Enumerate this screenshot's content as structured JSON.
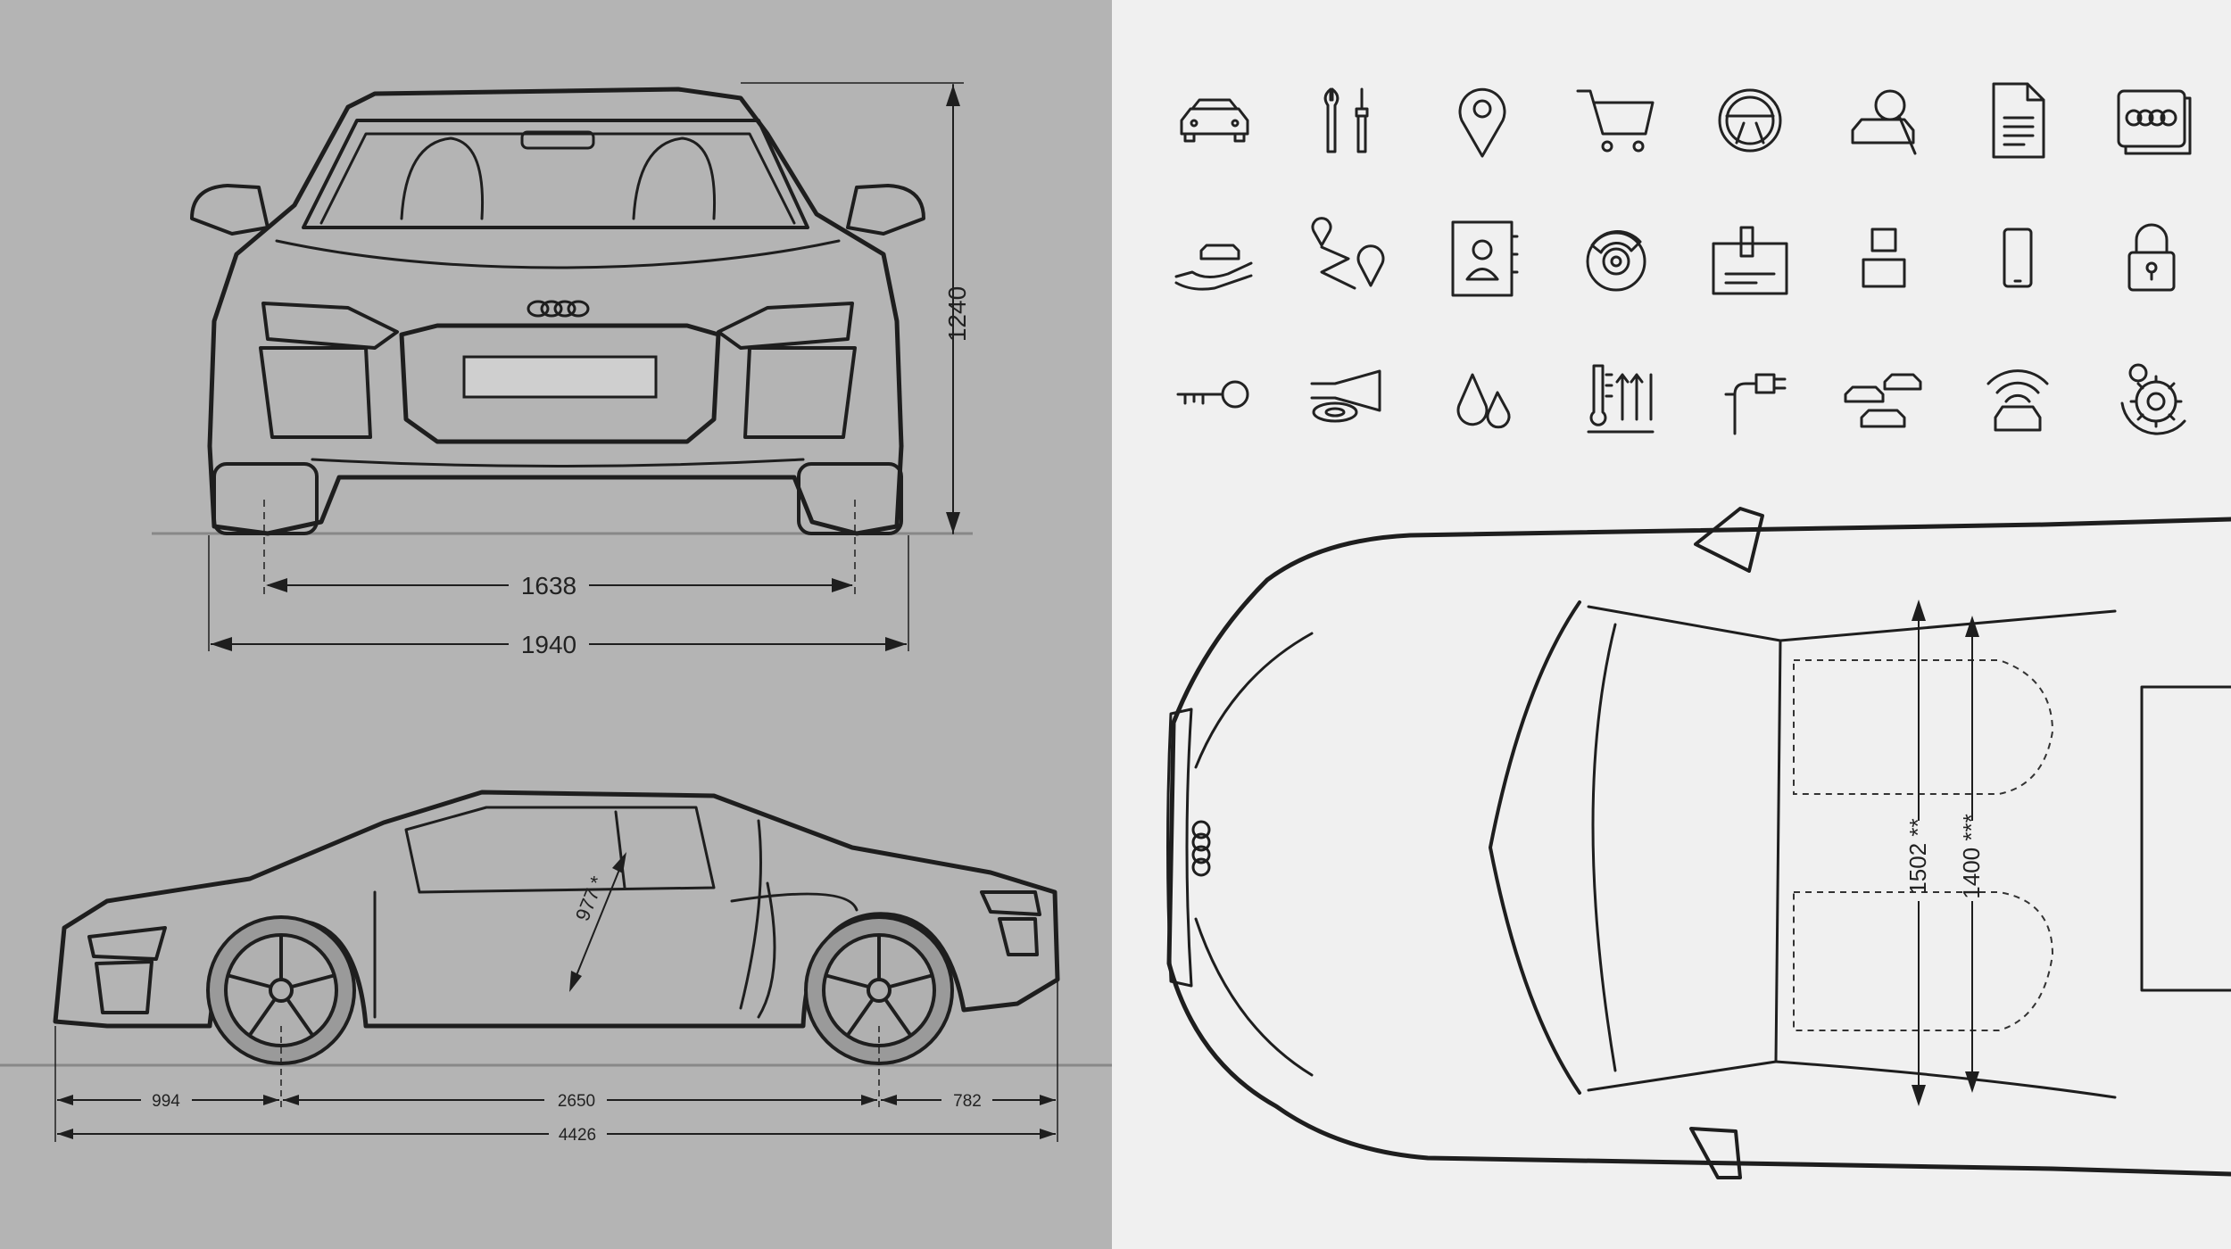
{
  "front_view": {
    "height": "1240",
    "track_width": "1638",
    "overall_width": "1940"
  },
  "side_view": {
    "front_overhang": "994",
    "wheelbase": "2650",
    "rear_overhang": "782",
    "overall_length": "4426",
    "headroom": "977 *"
  },
  "top_view": {
    "interior_width_1": "1502 **",
    "interior_width_2": "1400 ***"
  },
  "colors": {
    "left_bg": "#b4b4b4",
    "right_bg": "#f0f0f0",
    "ink": "#1e1e1e"
  },
  "icons": [
    [
      "car-front-icon",
      "tools-icon",
      "location-pin-icon",
      "shopping-cart-icon",
      "steering-wheel-icon",
      "car-search-icon",
      "document-icon",
      "audi-rings-icon"
    ],
    [
      "car-in-hand-icon",
      "route-icon",
      "contact-book-icon",
      "brake-disc-icon",
      "id-card-icon",
      "user-icon",
      "smartphone-icon",
      "padlock-icon"
    ],
    [
      "key-icon",
      "horn-icon",
      "fluid-drops-icon",
      "heated-seat-icon",
      "charging-plug-icon",
      "multiple-cars-icon",
      "connected-car-icon",
      "service-gear-icon"
    ]
  ]
}
